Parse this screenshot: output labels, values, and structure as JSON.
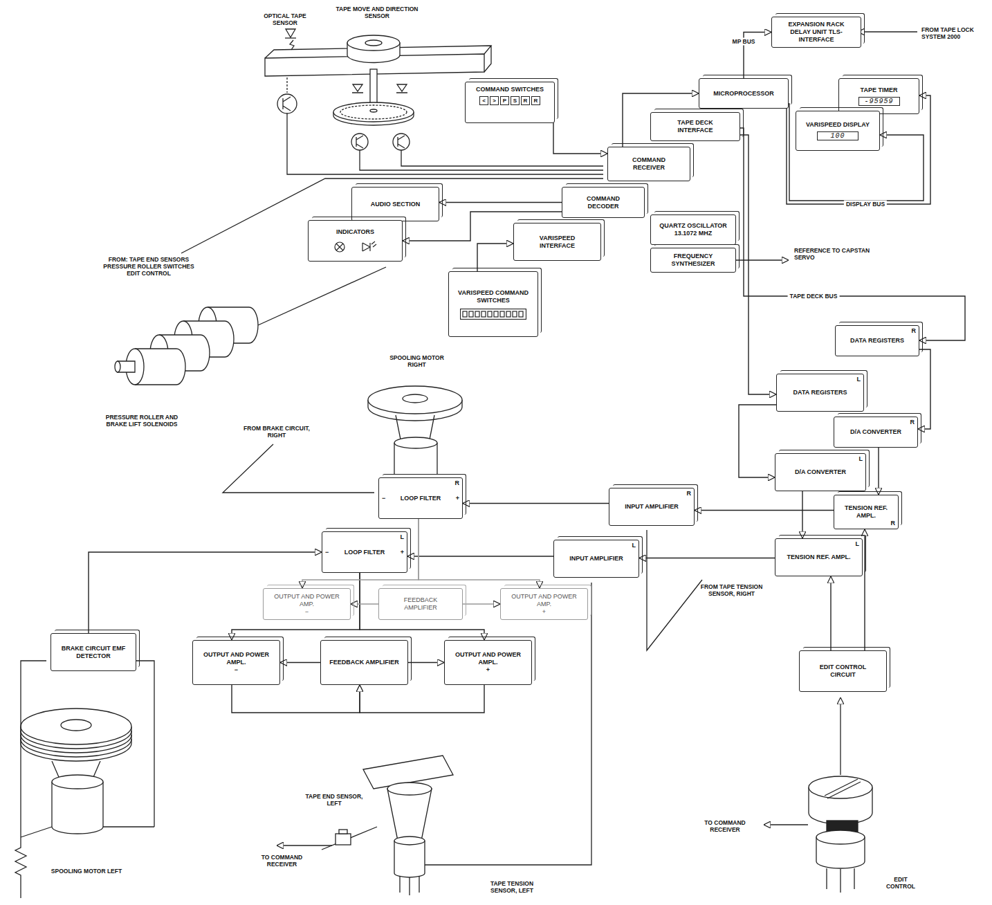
{
  "diagram": {
    "nodes": [
      {
        "text": [
          "COMMAND SWITCHES",
          "<",
          ">",
          "P",
          "S",
          "R",
          "R"
        ]
      },
      {
        "text": [
          "EXPANSION RACK DELAY UNIT TLS-INTERFACE"
        ]
      },
      {
        "text": [
          "MICROPROCESSOR"
        ]
      },
      {
        "text": [
          "TAPE TIMER",
          "-95959"
        ]
      },
      {
        "text": [
          "TAPE DECK INTERFACE"
        ]
      },
      {
        "text": [
          "VARISPEED DISPLAY",
          "100"
        ]
      },
      {
        "text": [
          "COMMAND RECEIVER"
        ]
      },
      {
        "text": [
          "AUDIO SECTION"
        ]
      },
      {
        "text": [
          "COMMAND DECODER"
        ]
      },
      {
        "text": [
          "INDICATORS"
        ]
      },
      {
        "text": [
          "VARISPEED INTERFACE"
        ]
      },
      {
        "text": [
          "QUARTZ OSCILLATOR 13.1072 MHZ"
        ]
      },
      {
        "text": [
          "FREQUENCY SYNTHESIZER"
        ]
      },
      {
        "text": [
          "VARISPEED COMMAND SWITCHES"
        ]
      },
      {
        "text": [
          "DATA REGISTERS",
          "R"
        ]
      },
      {
        "text": [
          "DATA REGISTERS",
          "L"
        ]
      },
      {
        "text": [
          "D/A CONVERTER",
          "R"
        ]
      },
      {
        "text": [
          "D/A CONVERTER",
          "L"
        ]
      },
      {
        "text": [
          "LOOP FILTER",
          "R",
          "−",
          "+"
        ]
      },
      {
        "text": [
          "INPUT AMPLIFIER",
          "R"
        ]
      },
      {
        "text": [
          "TENSION REF. AMPL.",
          "R"
        ]
      },
      {
        "text": [
          "LOOP FILTER",
          "L",
          "−",
          "+"
        ]
      },
      {
        "text": [
          "INPUT AMPLIFIER",
          "L"
        ]
      },
      {
        "text": [
          "TENSION REF. AMPL.",
          "L"
        ]
      },
      {
        "text": [
          "OUTPUT AND POWER AMP.",
          "−"
        ]
      },
      {
        "text": [
          "FEEDBACK AMPLIFIER"
        ]
      },
      {
        "text": [
          "OUTPUT AND POWER AMP.",
          "+"
        ]
      },
      {
        "text": [
          "BRAKE CIRCUIT EMF DETECTOR"
        ]
      },
      {
        "text": [
          "OUTPUT AND POWER AMPL.",
          "−"
        ]
      },
      {
        "text": [
          "FEEDBACK AMPLIFIER"
        ]
      },
      {
        "text": [
          "OUTPUT AND POWER AMPL.",
          "+"
        ]
      },
      {
        "text": [
          "EDIT CONTROL CIRCUIT"
        ]
      }
    ],
    "edges": [
      {
        "from": 0,
        "to": 6,
        "arrow": "to"
      },
      {
        "from": 2,
        "to": 1,
        "label": "MP BUS",
        "arrow": "to"
      },
      {
        "from": 2,
        "to": 3,
        "label": "DISPLAY BUS",
        "arrow": "to"
      },
      {
        "from": 2,
        "to": 5,
        "arrow": "to"
      },
      {
        "from": 6,
        "to": 2,
        "arrow": "to"
      },
      {
        "from": 4,
        "to": 14,
        "label": "TAPE DECK BUS",
        "arrow": "to"
      },
      {
        "from": 4,
        "to": 15,
        "arrow": "to"
      },
      {
        "from": 15,
        "to": 17,
        "arrow": "to"
      },
      {
        "from": 14,
        "to": 16,
        "arrow": "to"
      },
      {
        "from": 16,
        "to": 20,
        "arrow": "to"
      },
      {
        "from": 17,
        "to": 23,
        "arrow": "to"
      },
      {
        "from": 20,
        "to": 19,
        "arrow": "to"
      },
      {
        "from": 23,
        "to": 22,
        "arrow": "to"
      },
      {
        "from": 19,
        "to": 18,
        "arrow": "to"
      },
      {
        "from": 22,
        "to": 21,
        "arrow": "to"
      },
      {
        "from": 31,
        "to": 23,
        "arrow": "to"
      },
      {
        "from": 31,
        "to": 20,
        "arrow": "to"
      },
      {
        "from": 21,
        "to": 28,
        "arrow": "to"
      },
      {
        "from": 21,
        "to": 30,
        "arrow": "to"
      },
      {
        "from": 29,
        "to": 28,
        "arrow": "to"
      },
      {
        "from": 29,
        "to": 30,
        "arrow": "to"
      },
      {
        "from": 27,
        "to": 21,
        "arrow": "to"
      },
      {
        "from": 28,
        "to": 29,
        "arrow": "to"
      },
      {
        "from": 30,
        "to": 29,
        "arrow": "to"
      },
      {
        "from": 18,
        "to": 24,
        "arrow": "to"
      },
      {
        "from": 18,
        "to": 26,
        "arrow": "to"
      },
      {
        "from": 25,
        "to": 24,
        "arrow": "to"
      },
      {
        "from": 25,
        "to": 26,
        "arrow": "to"
      },
      {
        "from": 8,
        "to": 7,
        "arrow": "to"
      },
      {
        "from": 8,
        "to": 9,
        "arrow": "to"
      },
      {
        "from": 13,
        "to": 10,
        "arrow": "to"
      }
    ],
    "labels": [
      "OPTICAL TAPE SENSOR",
      "TAPE MOVE AND DIRECTION SENSOR",
      "FROM TAPE LOCK SYSTEM 2000",
      "REFERENCE TO CAPSTAN SERVO",
      "FROM: TAPE END SENSORS PRESSURE ROLLER SWITCHES EDIT CONTROL",
      "PRESSURE ROLLER AND BRAKE LIFT SOLENOIDS",
      "SPOOLING MOTOR RIGHT",
      "FROM BRAKE CIRCUIT, RIGHT",
      "FROM TAPE TENSION SENSOR, RIGHT",
      "TAPE END SENSOR, LEFT",
      "TO COMMAND RECEIVER",
      "SPOOLING MOTOR LEFT",
      "TAPE TENSION SENSOR, LEFT",
      "TO COMMAND RECEIVER",
      "EDIT CONTROL"
    ]
  }
}
